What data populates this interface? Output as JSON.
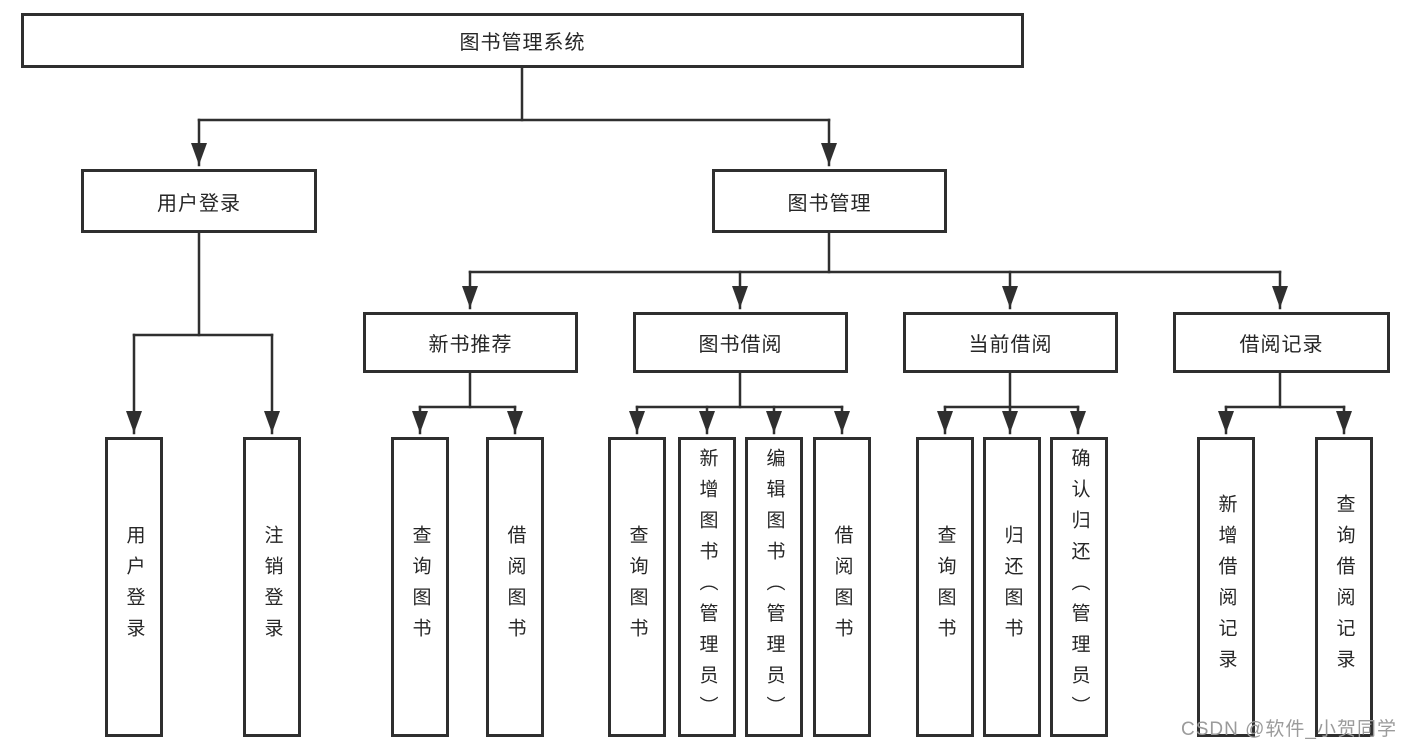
{
  "diagram": {
    "title": "图书管理系统",
    "root": "图书管理系统",
    "level2": [
      "用户登录",
      "图书管理"
    ],
    "user_children": [
      "用户登录",
      "注销登录"
    ],
    "branches": [
      {
        "label": "新书推荐",
        "children": [
          "查询图书",
          "借阅图书"
        ]
      },
      {
        "label": "图书借阅",
        "children": [
          "查询图书",
          "新增图书（管理员）",
          "编辑图书（管理员）",
          "借阅图书"
        ]
      },
      {
        "label": "当前借阅",
        "children": [
          "查询图书",
          "归还图书",
          "确认归还（管理员）"
        ]
      },
      {
        "label": "借阅记录",
        "children": [
          "新增借阅记录",
          "查询借阅记录"
        ]
      }
    ]
  },
  "watermark": {
    "text": "CSDN @软件_小贺同学"
  },
  "colors": {
    "line": "#2f2f2f",
    "box_border": "#2f2f2f",
    "text": "#262626",
    "watermark": "#9b9b9b",
    "background": "#ffffff"
  }
}
